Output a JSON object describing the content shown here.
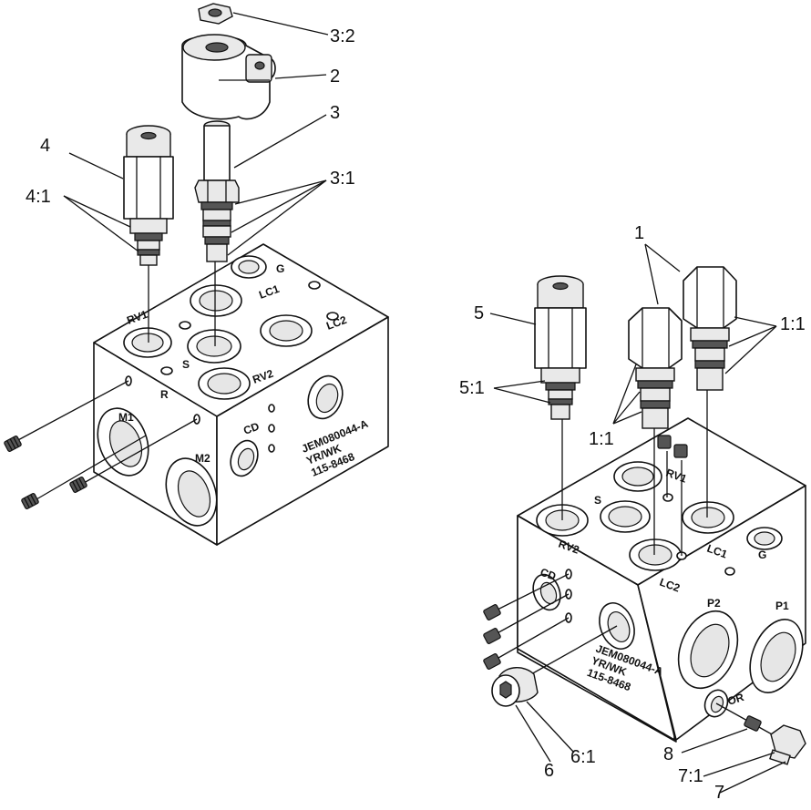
{
  "callouts": {
    "c3_2": "3:2",
    "c2": "2",
    "c3": "3",
    "c4": "4",
    "c3_1": "3:1",
    "c4_1": "4:1",
    "c1": "1",
    "c1_1a": "1:1",
    "c5": "5",
    "c5_1": "5:1",
    "c1_1b": "1:1",
    "c8": "8",
    "c6": "6",
    "c6_1": "6:1",
    "c7_1": "7:1",
    "c7": "7"
  },
  "left_block": {
    "ports": {
      "g": "G",
      "lc1": "LC1",
      "lc2": "LC2",
      "rv1": "RV1",
      "s": "S",
      "rv2": "RV2",
      "r": "R",
      "cd": "CD",
      "m1": "M1",
      "m2": "M2"
    },
    "stamp": [
      "JEM080044-A",
      "YR/WK",
      "115-8468"
    ]
  },
  "right_block": {
    "ports": {
      "rv1": "RV1",
      "s": "S",
      "rv2": "RV2",
      "lc1": "LC1",
      "g": "G",
      "lc2": "LC2",
      "cd": "CD",
      "p2": "P2",
      "p1": "P1",
      "or": "OR"
    },
    "stamp": [
      "JEM080044-A",
      "YR/WK",
      "115-8468"
    ]
  }
}
